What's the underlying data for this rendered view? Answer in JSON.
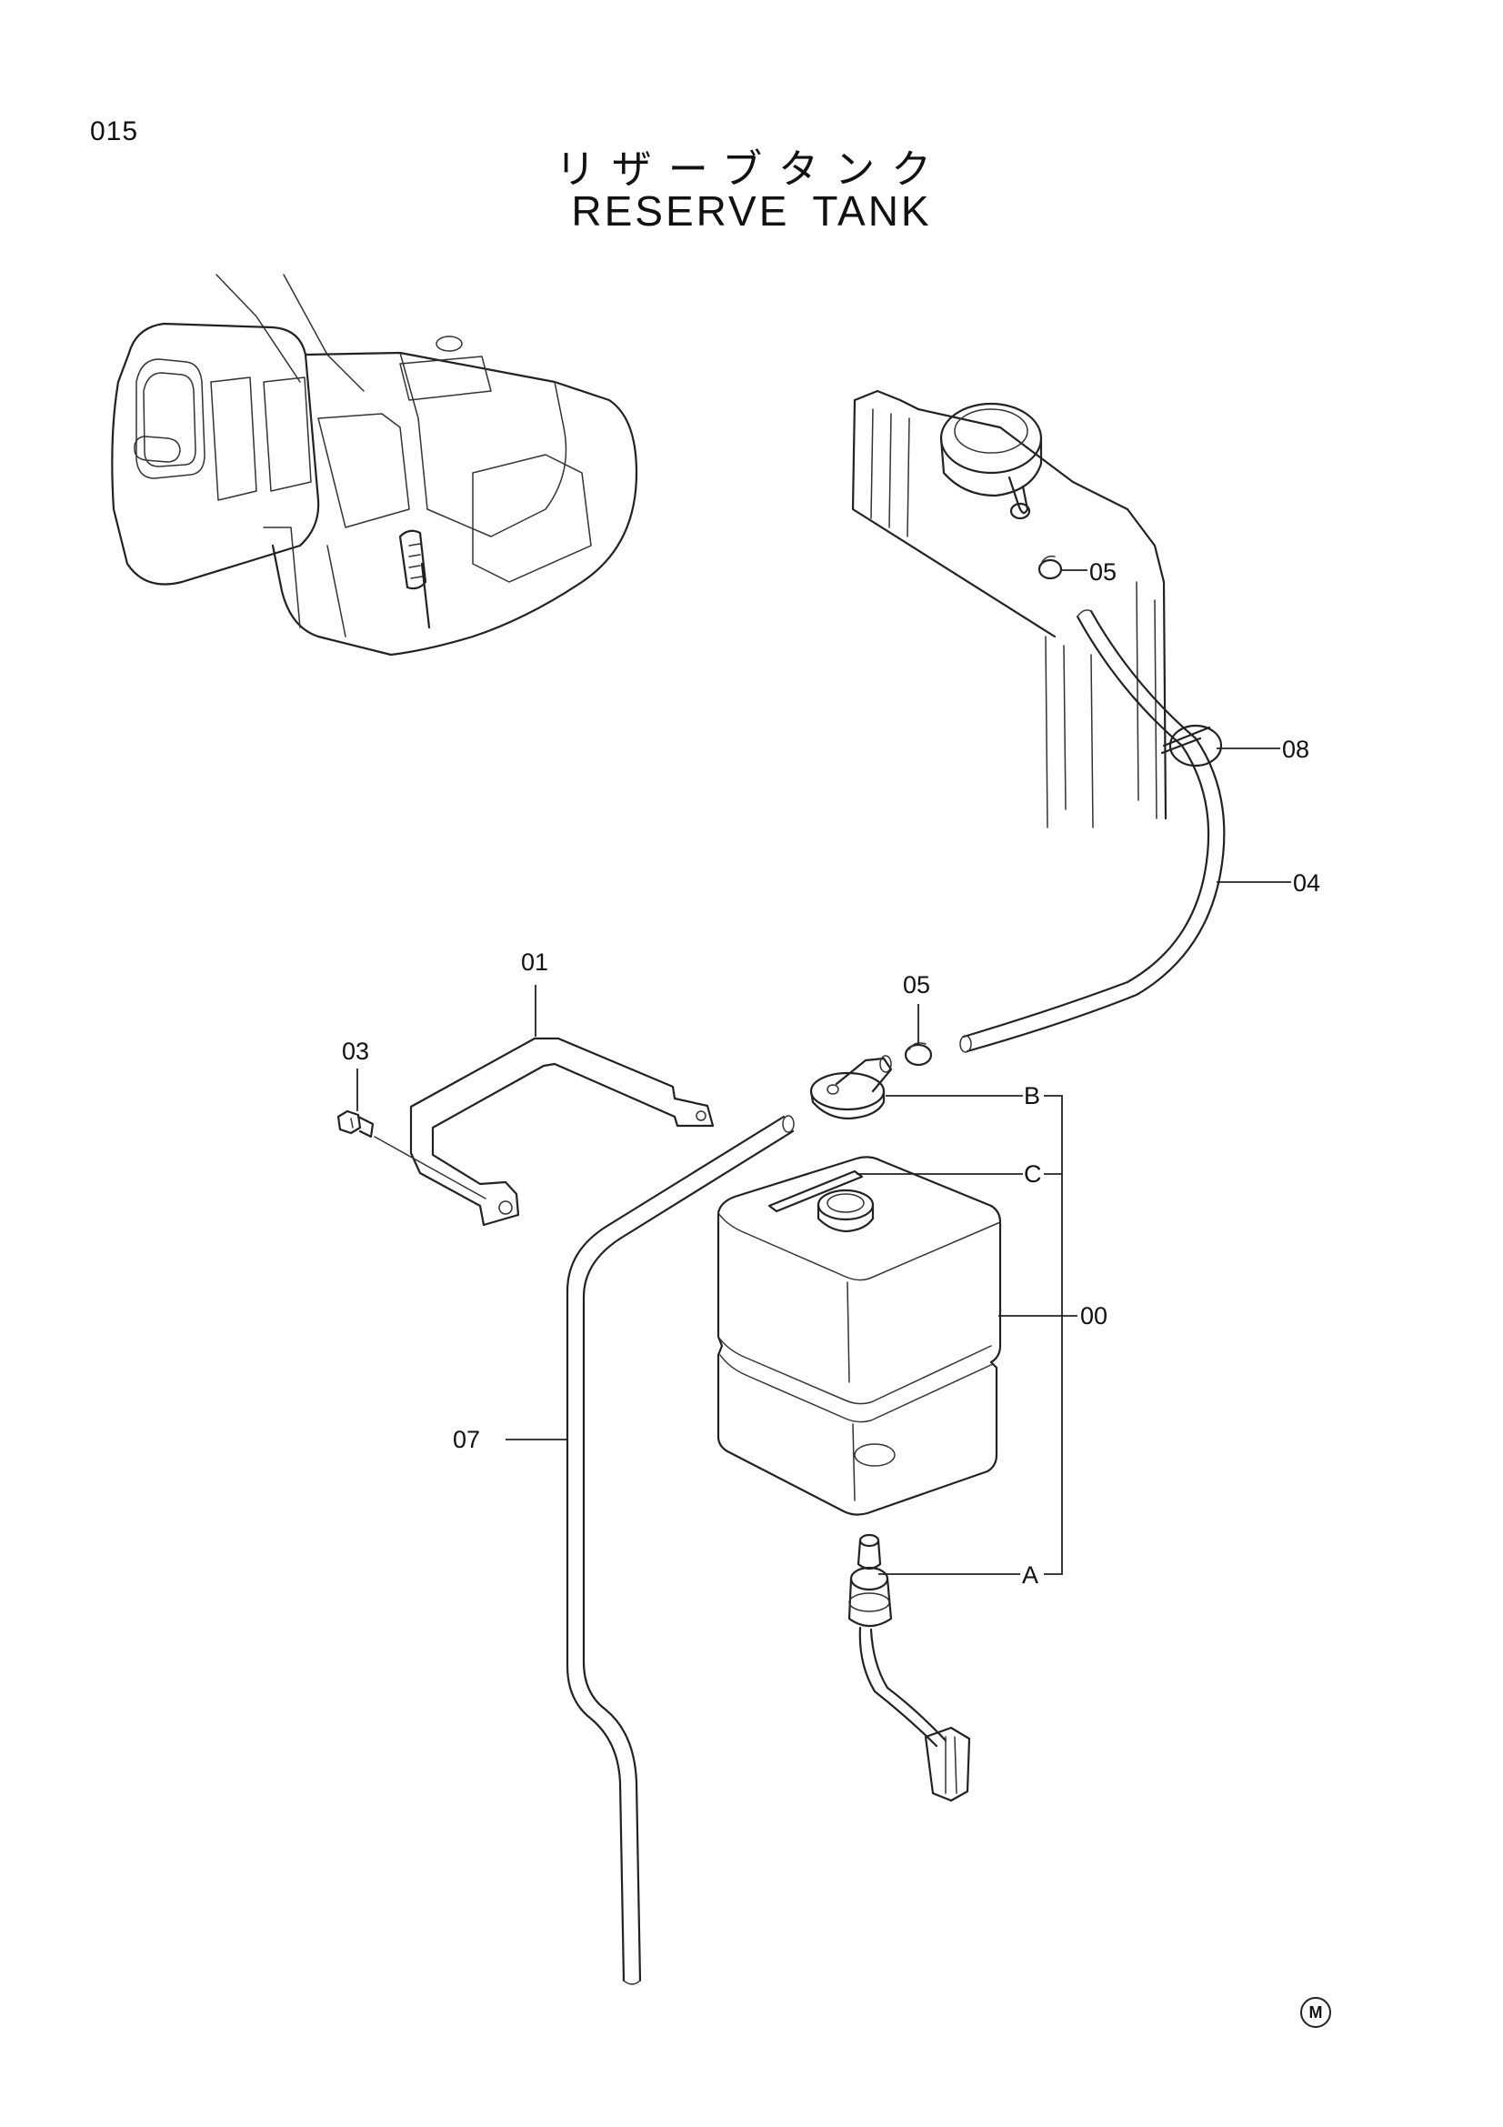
{
  "page": {
    "number": "015"
  },
  "title": {
    "japanese": "リザーブタンク",
    "english": "RESERVE TANK"
  },
  "callouts": {
    "c05_top": "05",
    "c08": "08",
    "c04": "04",
    "c01": "01",
    "c05_mid": "05",
    "c03": "03",
    "cB": "B",
    "cC": "C",
    "c00": "00",
    "c07": "07",
    "cA": "A"
  },
  "mark": "M"
}
